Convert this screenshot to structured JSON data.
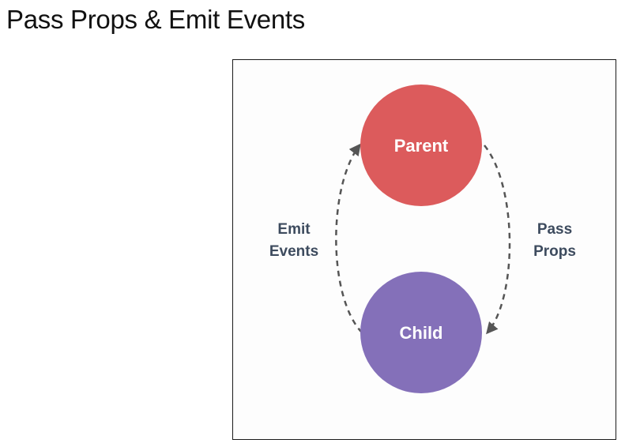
{
  "title": "Pass Props & Emit Events",
  "diagram": {
    "nodes": {
      "parent": {
        "label": "Parent",
        "color": "#dc5b5c"
      },
      "child": {
        "label": "Child",
        "color": "#8470b9"
      }
    },
    "edges": {
      "emit": {
        "line1": "Emit",
        "line2": "Events",
        "from": "Child",
        "to": "Parent"
      },
      "pass": {
        "line1": "Pass",
        "line2": "Props",
        "from": "Parent",
        "to": "Child"
      }
    },
    "label_color": "#3d4b5e",
    "arrow_color": "#555555"
  }
}
